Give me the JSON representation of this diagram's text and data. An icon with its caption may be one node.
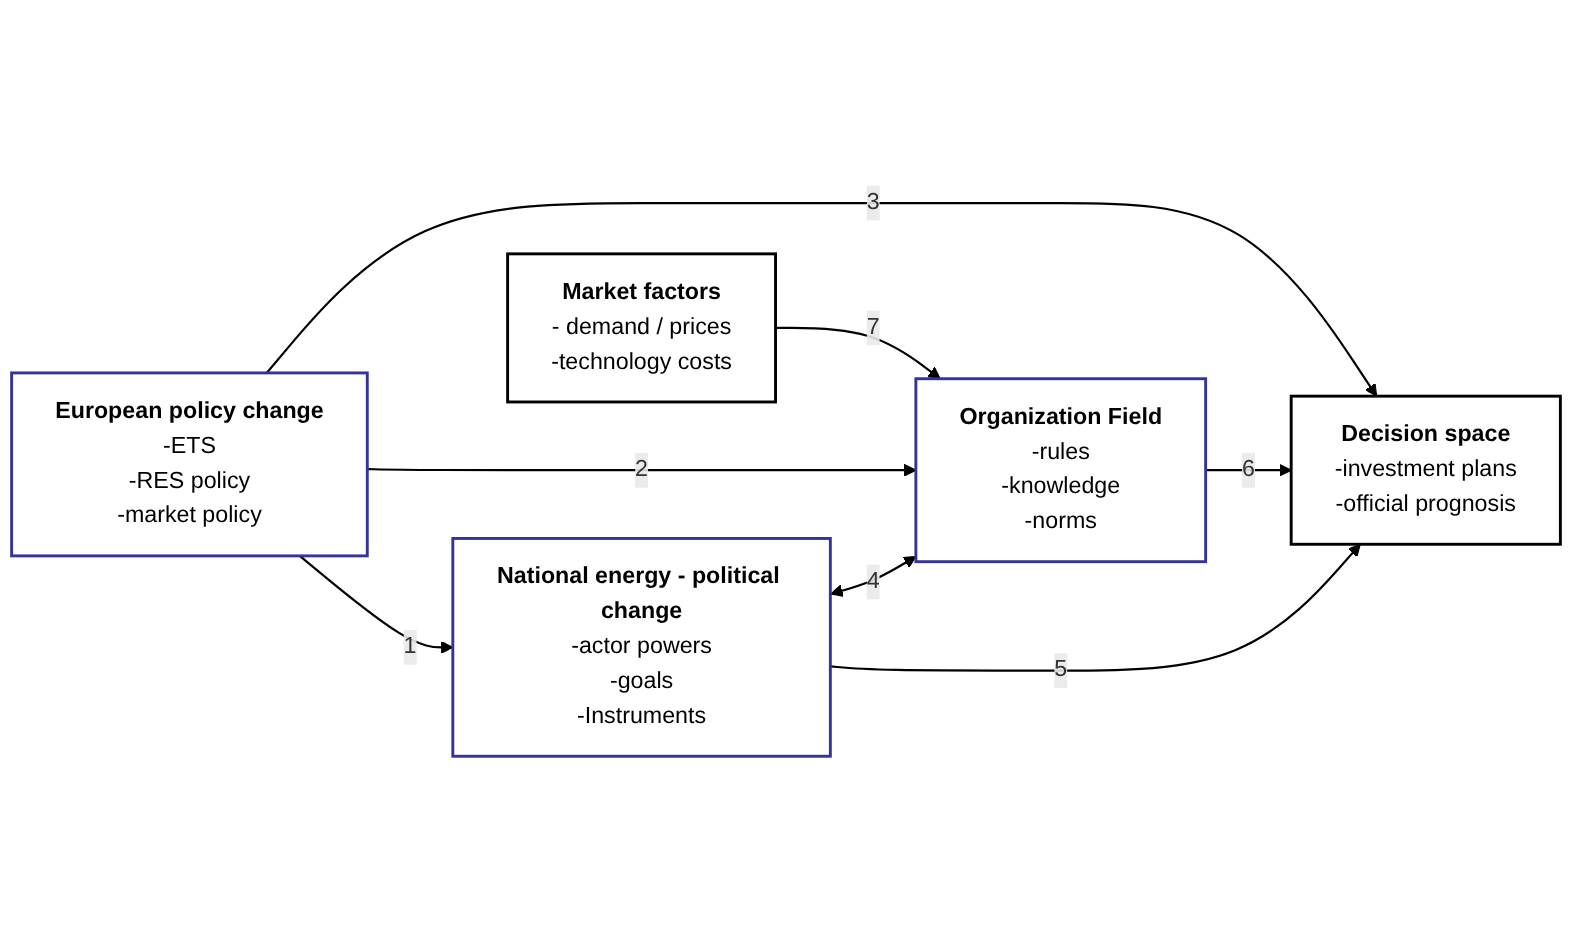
{
  "diagram": {
    "nodes": [
      {
        "text": [
          "European policy change",
          "-ETS",
          "-RES policy",
          "-market policy"
        ]
      },
      {
        "text": [
          "Organization Field",
          "-rules",
          "-knowledge",
          "-norms"
        ]
      },
      {
        "text": [
          "Decision space",
          "-investment plans",
          "-official prognosis"
        ]
      },
      {
        "text": [
          "National energy - political change",
          "-actor powers",
          "-goals",
          "-Instruments"
        ]
      },
      {
        "text": [
          "Market factors",
          "- demand / prices",
          "-technology costs"
        ]
      }
    ],
    "edges": [
      {
        "from": 0,
        "to": 2,
        "arrow": "to",
        "label": "3"
      },
      {
        "from": 0,
        "to": 1,
        "arrow": "to",
        "label": "2"
      },
      {
        "from": 0,
        "to": 3,
        "arrow": "to",
        "label": "1"
      },
      {
        "from": 3,
        "to": 1,
        "arrow": "both",
        "label": "4"
      },
      {
        "from": 3,
        "to": 2,
        "arrow": "to",
        "label": "5"
      },
      {
        "from": 1,
        "to": 2,
        "arrow": "to",
        "label": "6"
      },
      {
        "from": 4,
        "to": 1,
        "arrow": "to",
        "label": "7"
      }
    ]
  }
}
